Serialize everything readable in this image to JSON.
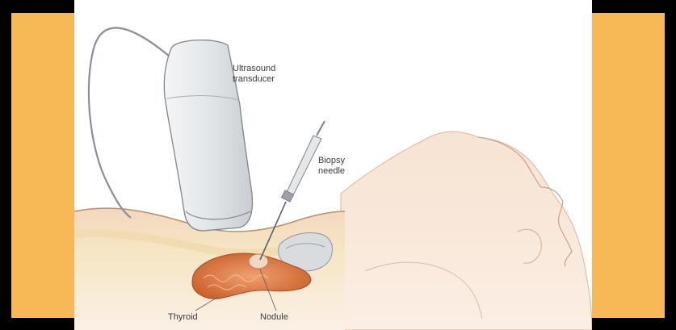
{
  "colors": {
    "background": "#000000",
    "side_panel": "#f7b955",
    "canvas": "#ffffff",
    "skin": "#f5ddc8",
    "thyroid": "#d8743a",
    "transducer": "#e8eaec"
  },
  "labels": {
    "transducer": "Ultrasound transducer",
    "needle": "Biopsy needle",
    "thyroid": "Thyroid",
    "nodule": "Nodule"
  }
}
